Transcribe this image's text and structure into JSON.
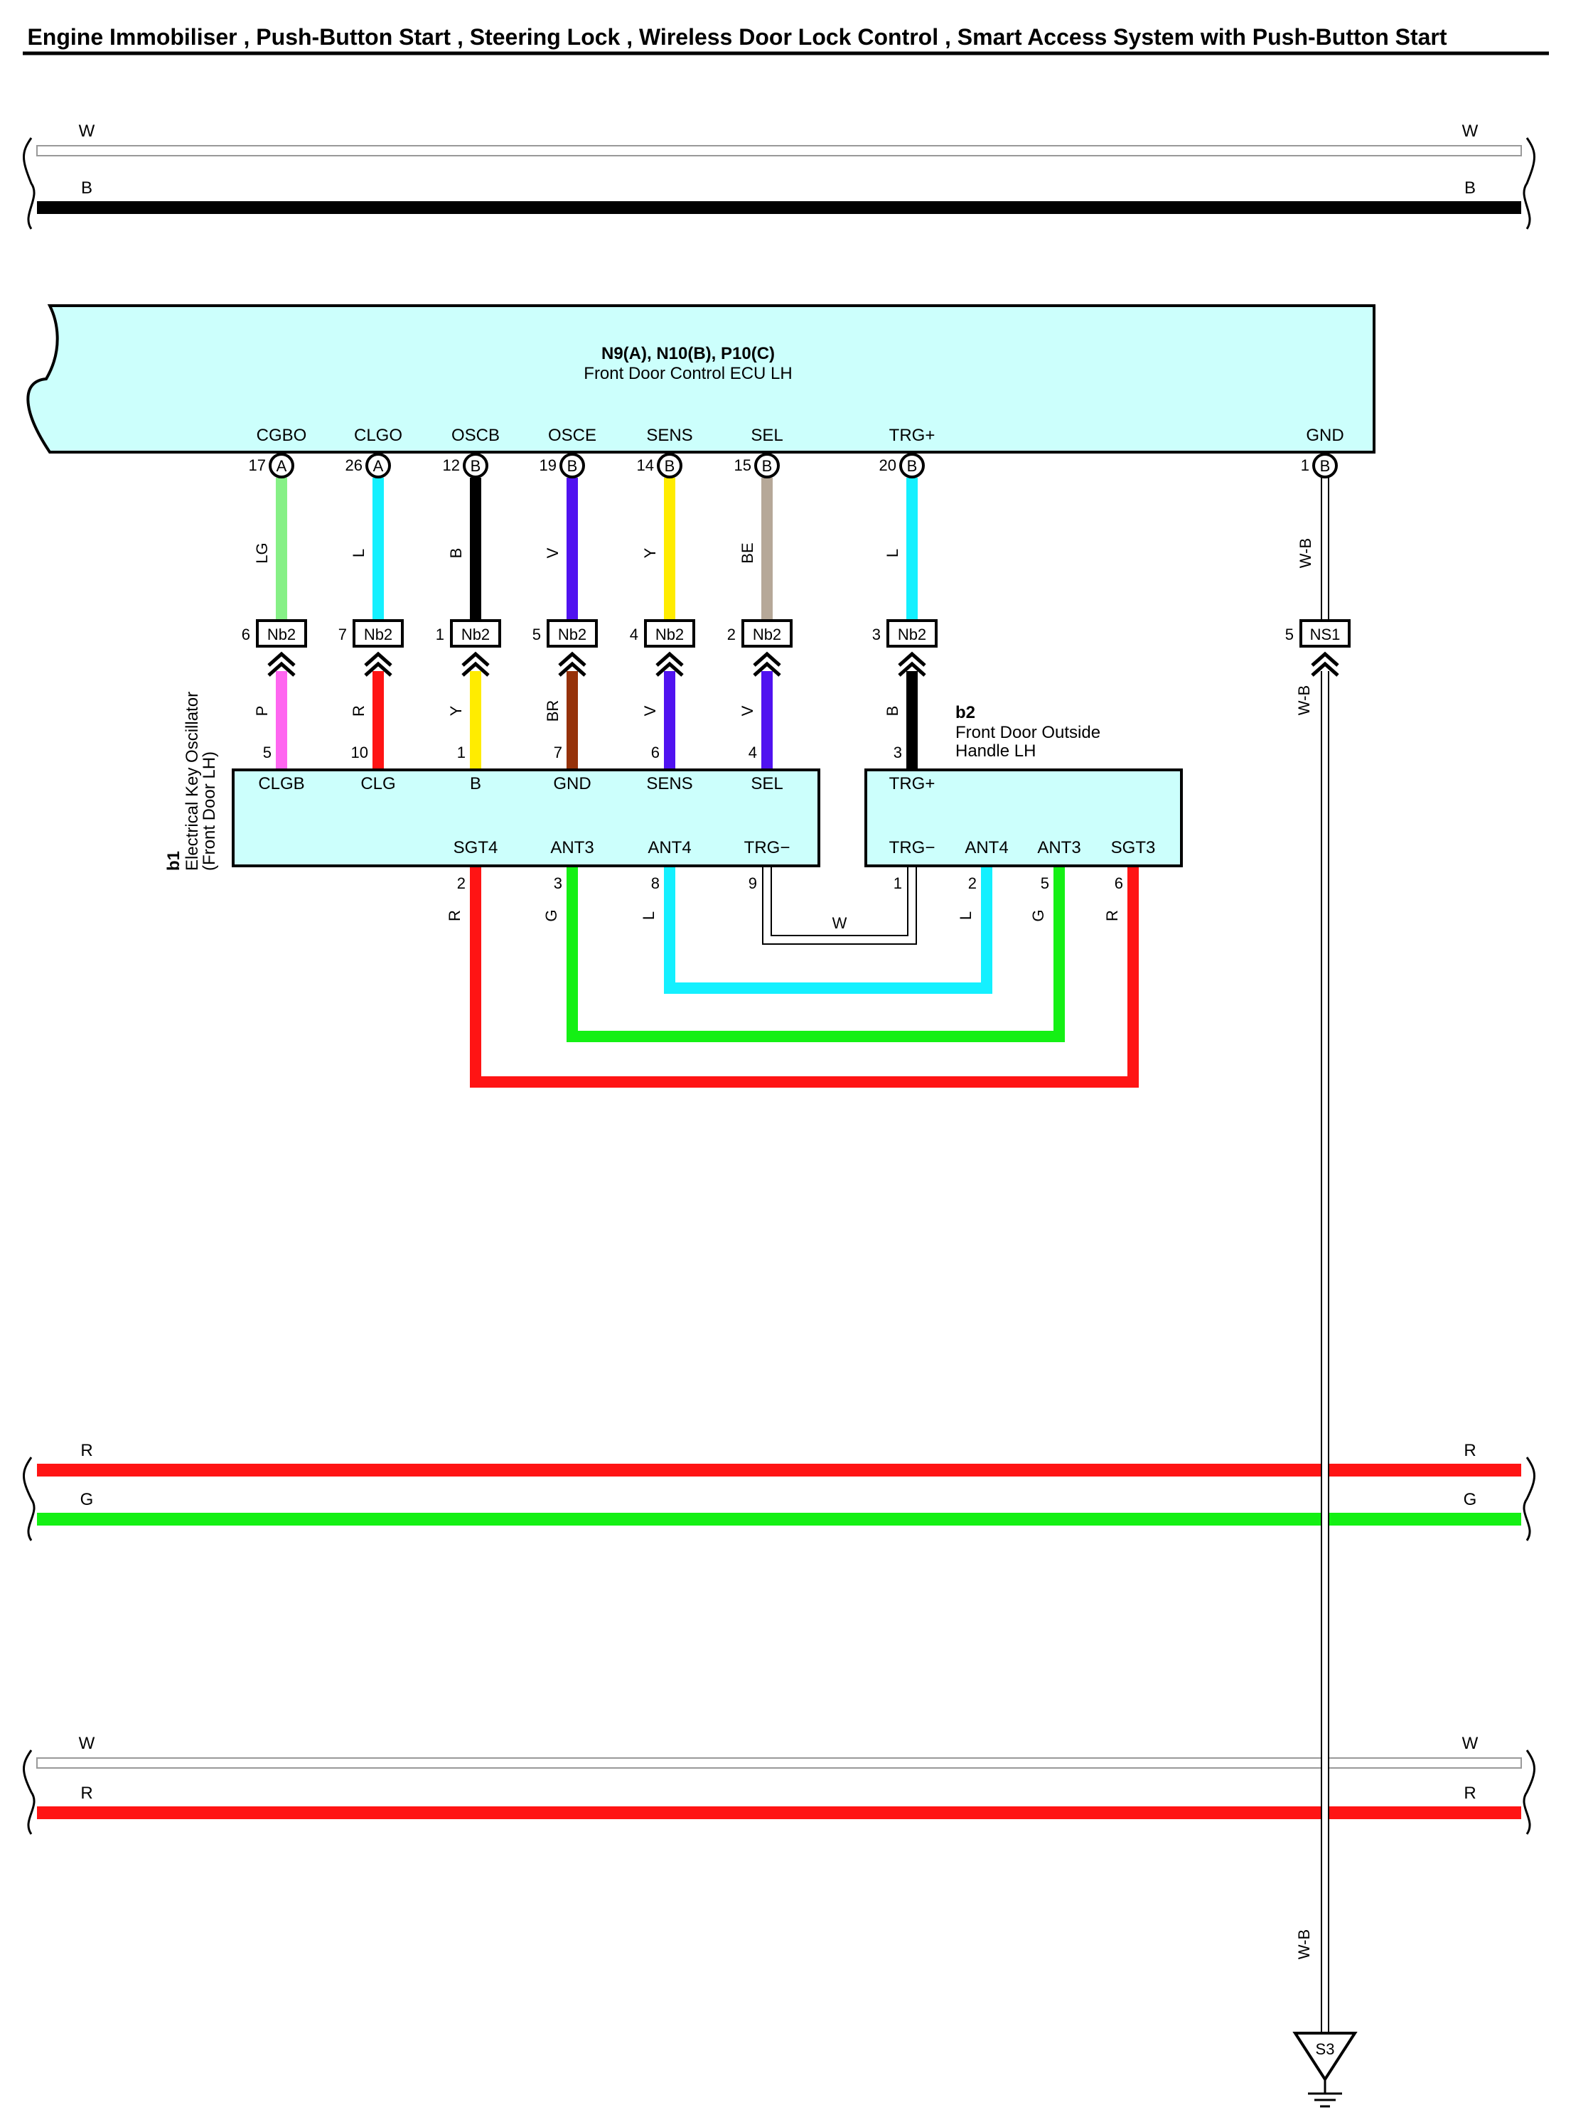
{
  "title": "Engine Immobiliser , Push-Button Start , Steering Lock , Wireless Door Lock Control , Smart Access System with Push-Button Start",
  "colors": {
    "W": "#ffffff",
    "B": "#000000",
    "R": "#ff1414",
    "G": "#14f014",
    "LG": "#86f086",
    "L": "#14f0ff",
    "V": "#5012f0",
    "Y": "#ffec00",
    "BE": "#b6a898",
    "P": "#ff66f0",
    "BR": "#96320a",
    "W-B": "#ffffff",
    "box": "#ccfffc"
  },
  "buses": [
    {
      "wires": [
        {
          "color": "W",
          "left": "W",
          "right": "W"
        },
        {
          "color": "B",
          "left": "B",
          "right": "B"
        }
      ]
    },
    {
      "wires": [
        {
          "color": "R",
          "left": "R",
          "right": "R"
        },
        {
          "color": "G",
          "left": "G",
          "right": "G"
        }
      ]
    },
    {
      "wires": [
        {
          "color": "W",
          "left": "W",
          "right": "W"
        },
        {
          "color": "R",
          "left": "R",
          "right": "R"
        }
      ]
    }
  ],
  "ecu": {
    "id": "N9(A), N10(B), P10(C)",
    "name": "Front Door Control ECU LH",
    "pins": [
      {
        "name": "CGBO",
        "num": "17",
        "conn": "A"
      },
      {
        "name": "CLGO",
        "num": "26",
        "conn": "A"
      },
      {
        "name": "OSCB",
        "num": "12",
        "conn": "B"
      },
      {
        "name": "OSCE",
        "num": "19",
        "conn": "B"
      },
      {
        "name": "SENS",
        "num": "14",
        "conn": "B"
      },
      {
        "name": "SEL",
        "num": "15",
        "conn": "B"
      },
      {
        "name": "TRG+",
        "num": "20",
        "conn": "B"
      },
      {
        "name": "GND",
        "num": "1",
        "conn": "B"
      }
    ]
  },
  "upper_wire_colors": [
    "LG",
    "L",
    "B",
    "V",
    "Y",
    "BE",
    "L",
    "W-B"
  ],
  "junctions": [
    {
      "pin": "6",
      "name": "Nb2"
    },
    {
      "pin": "7",
      "name": "Nb2"
    },
    {
      "pin": "1",
      "name": "Nb2"
    },
    {
      "pin": "5",
      "name": "Nb2"
    },
    {
      "pin": "4",
      "name": "Nb2"
    },
    {
      "pin": "2",
      "name": "Nb2"
    },
    {
      "pin": "3",
      "name": "Nb2"
    },
    {
      "pin": "5",
      "name": "NS1"
    }
  ],
  "lower_wire_colors": [
    "P",
    "R",
    "Y",
    "BR",
    "V",
    "V",
    "B",
    "W-B"
  ],
  "b1": {
    "code": "b1",
    "name_line1": "Electrical Key Oscillator",
    "name_line2": "(Front Door LH)",
    "top_pins": [
      {
        "name": "CLGB",
        "num": "5"
      },
      {
        "name": "CLG",
        "num": "10"
      },
      {
        "name": "B",
        "num": "1"
      },
      {
        "name": "GND",
        "num": "7"
      },
      {
        "name": "SENS",
        "num": "6"
      },
      {
        "name": "SEL",
        "num": "4"
      }
    ],
    "bottom_pins": [
      {
        "name": "SGT4",
        "num": "2",
        "wire": "R"
      },
      {
        "name": "ANT3",
        "num": "3",
        "wire": "G"
      },
      {
        "name": "ANT4",
        "num": "8",
        "wire": "L"
      },
      {
        "name": "TRG−",
        "num": "9",
        "wire": ""
      }
    ]
  },
  "b2": {
    "code": "b2",
    "name_line1": "Front Door Outside",
    "name_line2": "Handle LH",
    "top_pins": [
      {
        "name": "TRG+",
        "num": "3"
      }
    ],
    "bottom_pins": [
      {
        "name": "TRG−",
        "num": "1",
        "wire": ""
      },
      {
        "name": "ANT4",
        "num": "2",
        "wire": "L"
      },
      {
        "name": "ANT3",
        "num": "5",
        "wire": "G"
      },
      {
        "name": "SGT3",
        "num": "6",
        "wire": "R"
      }
    ]
  },
  "trg_loop_color": "W",
  "ground_wire_color_lower": "W-B",
  "ground": {
    "name": "S3"
  }
}
